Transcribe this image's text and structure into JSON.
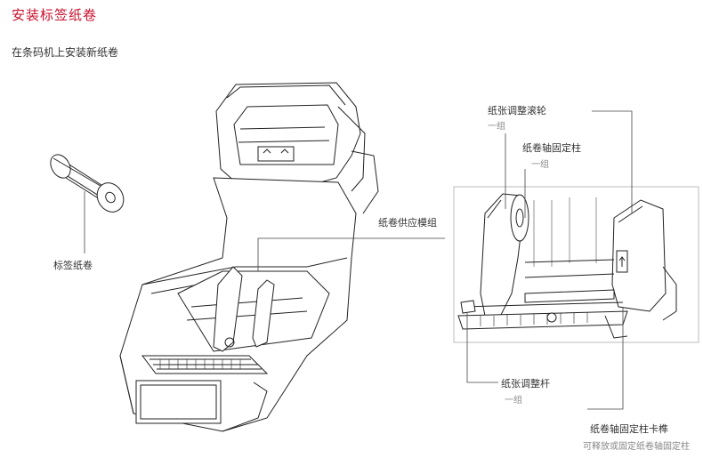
{
  "header": {
    "title": "安装标签纸卷",
    "subtitle": "在条码机上安装新纸卷"
  },
  "labels": {
    "label_roll": "标签纸卷",
    "supply_module": "纸卷供应模组",
    "tension_roller": "纸张调整滚轮",
    "tension_roller_qty": "一组",
    "spindle_post": "纸卷轴固定柱",
    "spindle_post_qty": "一组",
    "adjust_lever": "纸张调整杆",
    "adjust_lever_qty": "一组",
    "post_latch": "纸卷轴固定柱卡榫",
    "post_latch_desc": "可释放或固定纸卷轴固定柱"
  },
  "colors": {
    "accent": "#c8102e",
    "line": "#222222",
    "hint": "#888888"
  }
}
